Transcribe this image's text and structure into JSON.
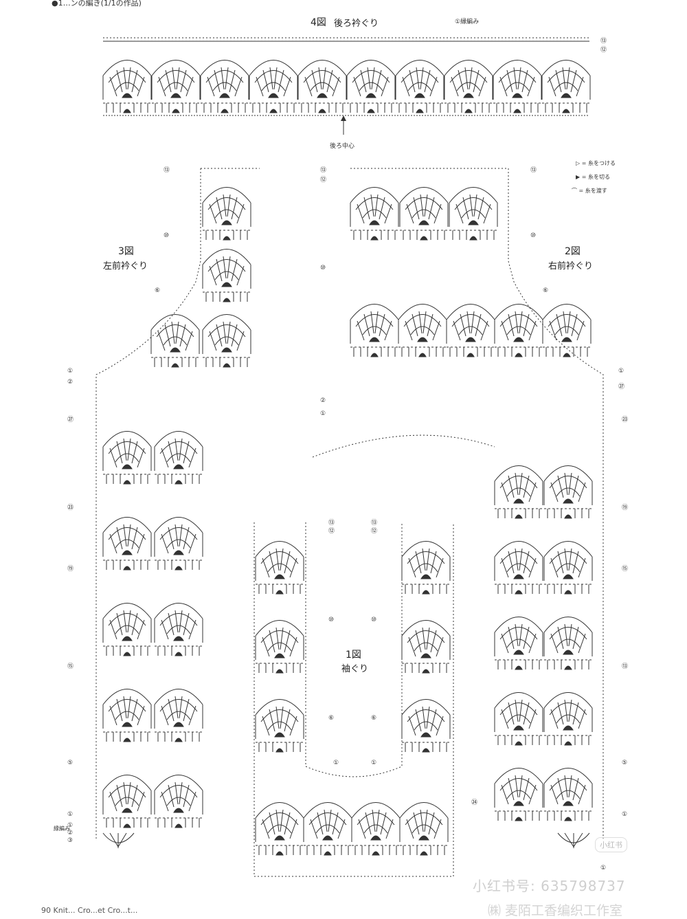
{
  "header": {
    "top_text": "●1…ンの編き(1/1の作品)",
    "top_small": ""
  },
  "diagrams": {
    "back_collar": {
      "number": "4図",
      "title": "後ろ衿ぐり",
      "start_label": "①縁編み",
      "center_label": "後ろ中心",
      "end_rows": [
        "⑬",
        "⑫"
      ]
    },
    "left_front": {
      "number": "3図",
      "title": "左前衿ぐり",
      "rows_top": [
        "⑬",
        "⑩"
      ],
      "row_mid": "⑥"
    },
    "right_front": {
      "number": "2図",
      "title": "右前衿ぐり",
      "rows_top": [
        "⑬",
        "⑫"
      ],
      "right_rows": [
        "⑬",
        "⑩",
        "⑥"
      ]
    },
    "armhole": {
      "number": "1図",
      "title": "袖ぐり"
    }
  },
  "left_marks": [
    "①",
    "②",
    "㉗",
    "㉓",
    "⑲",
    "⑮",
    "⑤",
    "①"
  ],
  "left_edging": {
    "label": "縁編み",
    "marks": [
      "①",
      "②",
      "③"
    ]
  },
  "right_marks": [
    "①",
    "㉗",
    "㉓",
    "⑲",
    "⑮",
    "⑬",
    "⑤",
    "①"
  ],
  "inner_left_marks": [
    "⑩",
    "②",
    "①"
  ],
  "armhole_marks": [
    "⑬",
    "⑫",
    "⑩",
    "⑥",
    "①",
    "㉔"
  ],
  "legend": [
    {
      "symbol": "▷",
      "text": "= 糸をつける"
    },
    {
      "symbol": "▶",
      "text": "= 糸を切る"
    },
    {
      "symbol": "⌒",
      "text": "= 糸を渡す"
    }
  ],
  "watermark": {
    "line1": "小红书号: 635798737",
    "line2": "㈱ 麦陌工香编织工作室",
    "badge": "小红书"
  },
  "footer": {
    "page": "90 Knit... Cro...et Cro...t...",
    "bottom_mark": "①"
  },
  "colors": {
    "ink": "#222222",
    "paper": "#ffffff",
    "watermark": "#cfcfcf"
  }
}
